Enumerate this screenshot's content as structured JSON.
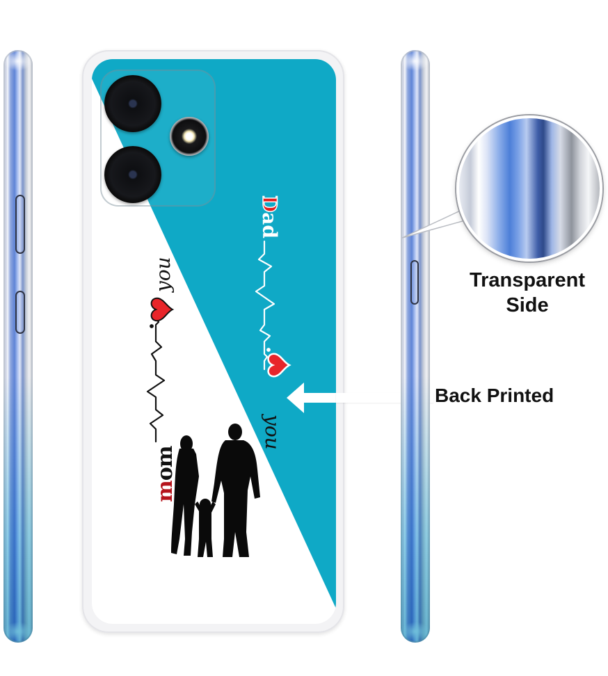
{
  "product": {
    "description": "Printed transparent phone back case with side views",
    "print_theme": "Mom & Dad heartbeat love you family silhouette",
    "colors": {
      "teal": "#0fa9c6",
      "white": "#ffffff",
      "heart_red": "#e8252a",
      "mom_m_red": "#b5141c",
      "dad_D_red": "#e41b1b",
      "silhouette": "#0a0a0a"
    }
  },
  "print": {
    "mom_text": {
      "first": "m",
      "rest": "om"
    },
    "mom_you": "you",
    "dad_text": {
      "first": "D",
      "rest": "ad"
    },
    "dad_you": "you"
  },
  "callouts": {
    "transparent_side": {
      "line1": "Transparent",
      "line2": "Side"
    },
    "back_printed": "Back Printed"
  },
  "icons": {
    "heart": "heart-icon",
    "arrow": "arrow-left-icon",
    "camera_lens": "camera-lens-icon",
    "flash": "flash-icon"
  }
}
